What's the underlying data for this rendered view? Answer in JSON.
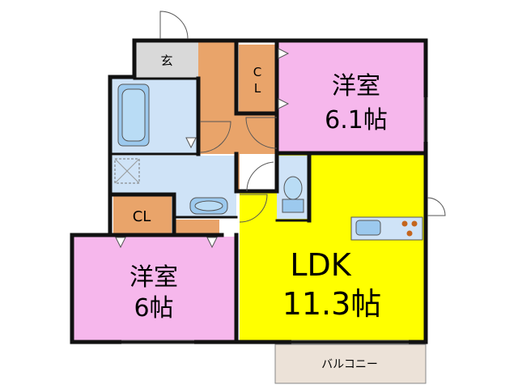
{
  "rooms": {
    "western_room_1": {
      "name": "洋室",
      "size": "6.1帖"
    },
    "western_room_2": {
      "name": "洋室",
      "size": "6帖"
    },
    "ldk": {
      "name": "LDK",
      "size": "11.3帖"
    },
    "entrance": {
      "name": "玄"
    },
    "closet_1": {
      "name": "CL"
    },
    "closet_2": {
      "name": "CL"
    },
    "balcony": {
      "name": "バルコニー"
    }
  },
  "colors": {
    "western": "#f6b7ec",
    "ldk": "#ffff00",
    "wet": "#cfe3f7",
    "closet": "#e9a46a",
    "entrance": "#d9d9d9",
    "corridor": "#e9a46a",
    "balcony": "#ece2d8",
    "wall": "#111111"
  }
}
